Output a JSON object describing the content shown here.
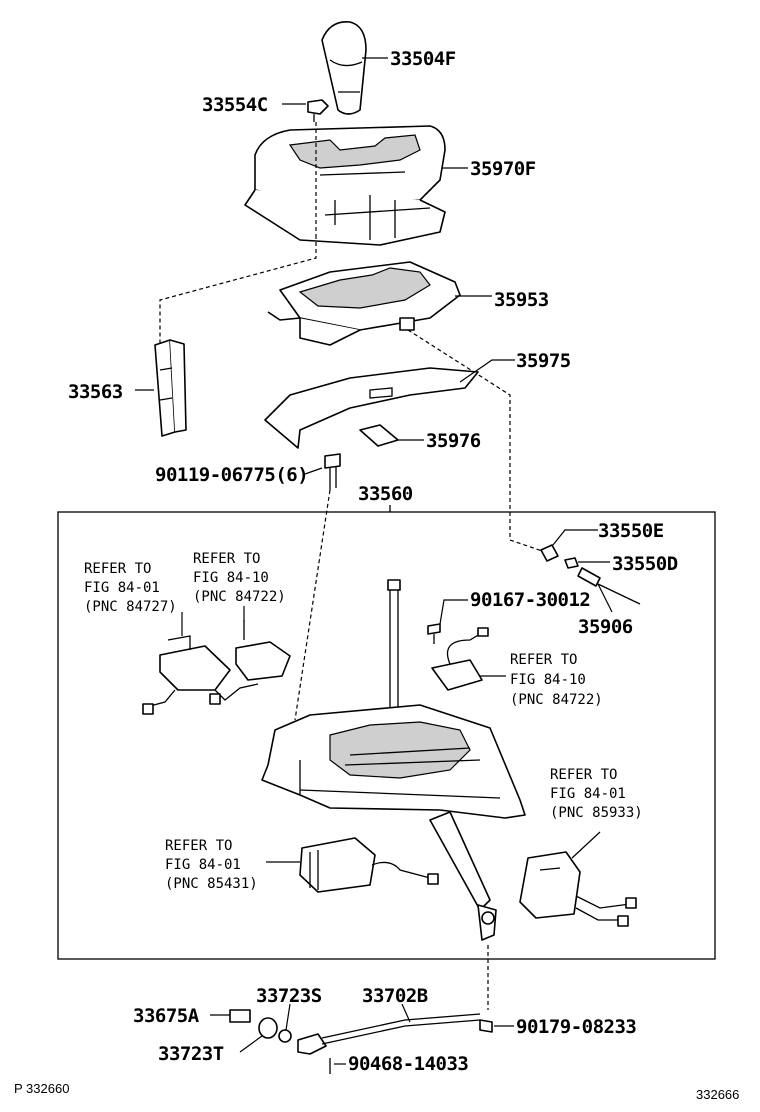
{
  "part_labels": {
    "p33504F": "33504F",
    "p33554C": "33554C",
    "p35970F": "35970F",
    "p35953": "35953",
    "p33563": "33563",
    "p35975": "35975",
    "p35976": "35976",
    "p90119": "90119-06775(6)",
    "p33560": "33560",
    "p33550E": "33550E",
    "p33550D": "33550D",
    "p35906": "35906",
    "p90167": "90167-30012",
    "p33675A": "33675A",
    "p33723S": "33723S",
    "p33702B": "33702B",
    "p90179": "90179-08233",
    "p33723T": "33723T",
    "p90468": "90468-14033"
  },
  "refer_notes": {
    "n1": {
      "l1": "REFER TO",
      "l2": "FIG 84-01",
      "l3": "(PNC 84727)"
    },
    "n2": {
      "l1": "REFER TO",
      "l2": "FIG 84-10",
      "l3": "(PNC 84722)"
    },
    "n3": {
      "l1": "REFER TO",
      "l2": "FIG 84-10",
      "l3": "(PNC 84722)"
    },
    "n4": {
      "l1": "REFER TO",
      "l2": "FIG 84-01",
      "l3": "(PNC 85933)"
    },
    "n5": {
      "l1": "REFER TO",
      "l2": "FIG 84-01",
      "l3": "(PNC 85431)"
    }
  },
  "footer": {
    "left": "P 332660",
    "right": "332666"
  }
}
